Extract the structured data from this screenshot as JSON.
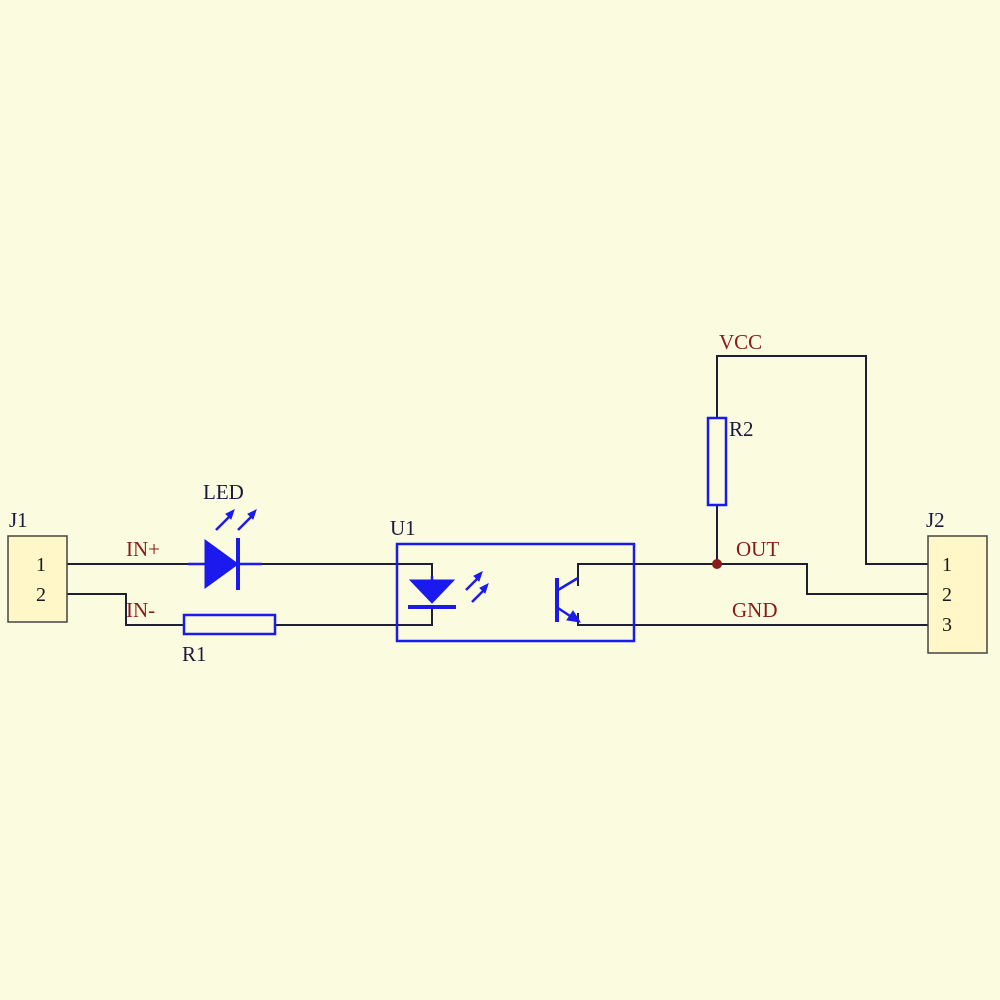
{
  "colors": {
    "background": "#fbfbdf",
    "wire": "#1f1f33",
    "component": "#1a1aee",
    "net_label": "#8b1a1a",
    "part_label": "#1a1a40",
    "connector_fill": "#fff7c8",
    "junction": "#8b1a1a"
  },
  "connectors": {
    "j1": {
      "designator": "J1",
      "pins": [
        "1",
        "2"
      ]
    },
    "j2": {
      "designator": "J2",
      "pins": [
        "1",
        "2",
        "3"
      ]
    }
  },
  "components": {
    "led": {
      "designator": "LED",
      "icon": "led-diode-icon"
    },
    "r1": {
      "designator": "R1",
      "icon": "resistor-icon"
    },
    "r2": {
      "designator": "R2",
      "icon": "resistor-icon"
    },
    "u1": {
      "designator": "U1",
      "icon": "optocoupler-icon"
    }
  },
  "nets": {
    "in_plus": "IN+",
    "in_minus": "IN-",
    "vcc": "VCC",
    "out": "OUT",
    "gnd": "GND"
  }
}
